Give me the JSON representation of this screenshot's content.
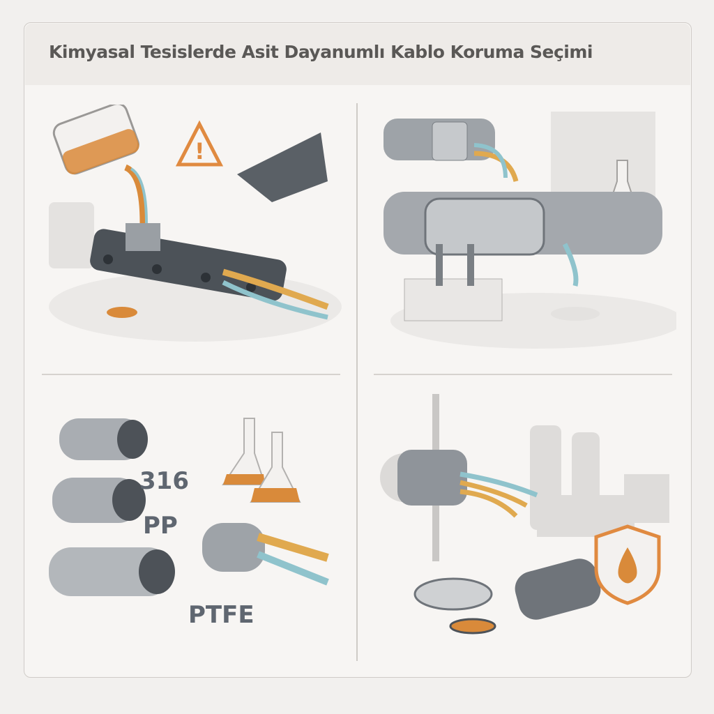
{
  "title": "Kimyasal Tesislerde Asit Dayanumlı Kablo Koruma Seçimi",
  "panels": [
    {
      "id": "acid-spill-cable-chain"
    },
    {
      "id": "sealed-conduit-gland"
    },
    {
      "id": "material-comparison",
      "labels": [
        "316",
        "PP",
        "PTFE"
      ]
    },
    {
      "id": "sealed-entry-shield"
    }
  ],
  "colors": {
    "acid": "#d98a3a",
    "metal": "#8e949b",
    "warning": "#e08a40",
    "cable_blue": "#8fc3cc"
  }
}
